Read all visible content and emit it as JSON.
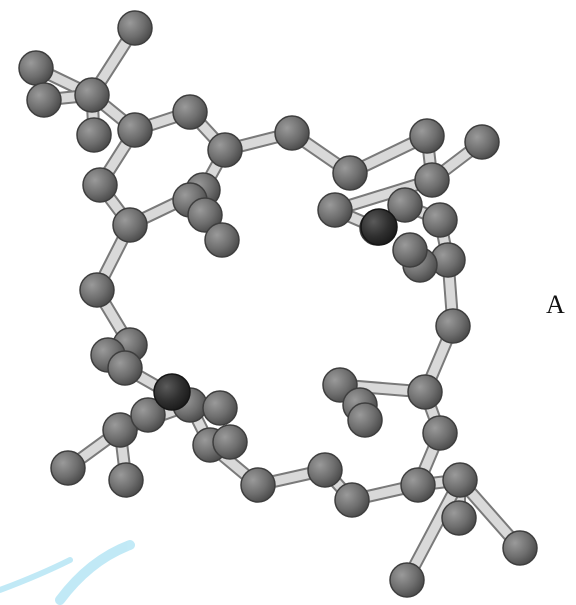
{
  "panel_label": "A",
  "colors": {
    "atom_carbon": "#6e6e6e",
    "atom_carbon_outline": "#3e3e3e",
    "atom_heteroatom": "#2f2f2f",
    "atom_heteroatom_outline": "#151515",
    "bond_fill": "#d9d9d9",
    "bond_outline": "#7a7a7a",
    "watermark": "#4fc3e8"
  },
  "molecule": {
    "atom_count_visible": "many",
    "heteroatom_count": 2
  }
}
